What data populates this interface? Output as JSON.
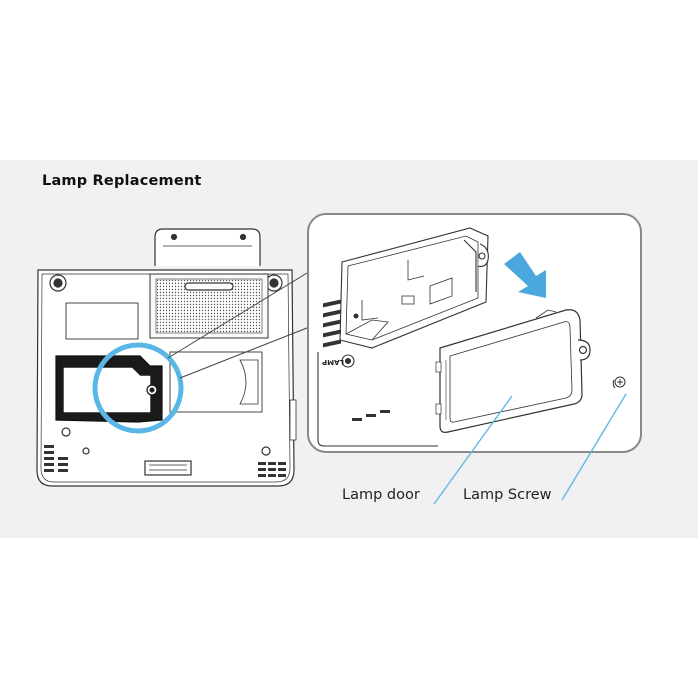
{
  "figure": {
    "title": "Lamp Replacement",
    "labels": {
      "lamp_door": "Lamp door",
      "lamp_screw": "Lamp Screw"
    },
    "engraving": "LAMP",
    "colors": {
      "background_band": "#f1f1f1",
      "highlight_circle": "#5ab6e6",
      "callout_lines": "#63b8e2",
      "arrow": "#4aa8de",
      "outline": "#333333"
    }
  }
}
